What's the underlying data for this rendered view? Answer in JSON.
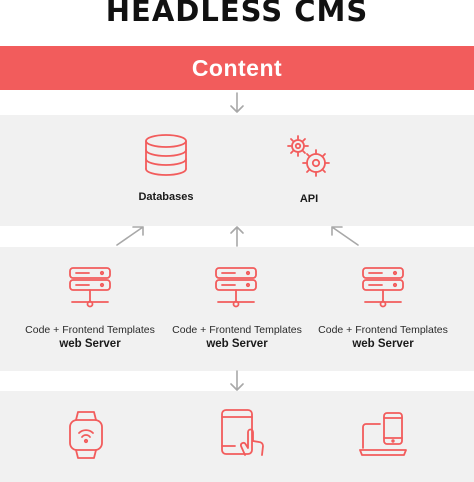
{
  "title": "HEADLESS CMS",
  "content_bar": {
    "label": "Content"
  },
  "backend": {
    "databases": {
      "label": "Databases",
      "icon": "database-icon"
    },
    "api": {
      "label": "API",
      "icon": "gears-icon"
    }
  },
  "servers": [
    {
      "templates_label": "Code + Frontend Templates",
      "server_label": "web Server",
      "icon": "server-icon"
    },
    {
      "templates_label": "Code + Frontend Templates",
      "server_label": "web Server",
      "icon": "server-icon"
    },
    {
      "templates_label": "Code + Frontend Templates",
      "server_label": "web Server",
      "icon": "server-icon"
    }
  ],
  "devices": [
    {
      "icon": "smartwatch-icon"
    },
    {
      "icon": "tablet-touch-icon"
    },
    {
      "icon": "laptop-phone-icon"
    }
  ],
  "colors": {
    "accent": "#f25c5c",
    "band": "#f1f1f1",
    "arrow": "#a8a8a8"
  }
}
